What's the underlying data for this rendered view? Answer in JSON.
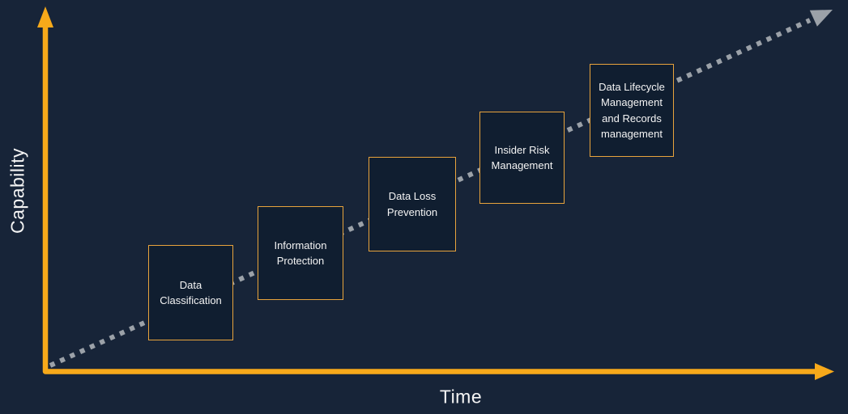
{
  "diagram": {
    "type": "maturity-roadmap",
    "y_axis_label": "Capability",
    "x_axis_label": "Time",
    "stages": [
      {
        "label": "Data Classification"
      },
      {
        "label": "Information Protection"
      },
      {
        "label": "Data Loss Prevention"
      },
      {
        "label": "Insider Risk Management"
      },
      {
        "label": "Data Lifecycle Management and Records management"
      }
    ],
    "trend": "dotted arrow rising from bottom-left to top-right behind the stage boxes",
    "colors": {
      "background": "#172438",
      "box_fill": "#101E30",
      "box_border": "#E8A33C",
      "axis_yellow": "#F7A91A",
      "dotted_line_gray": "#9BA1A8",
      "text": "#F4F4F4"
    }
  }
}
